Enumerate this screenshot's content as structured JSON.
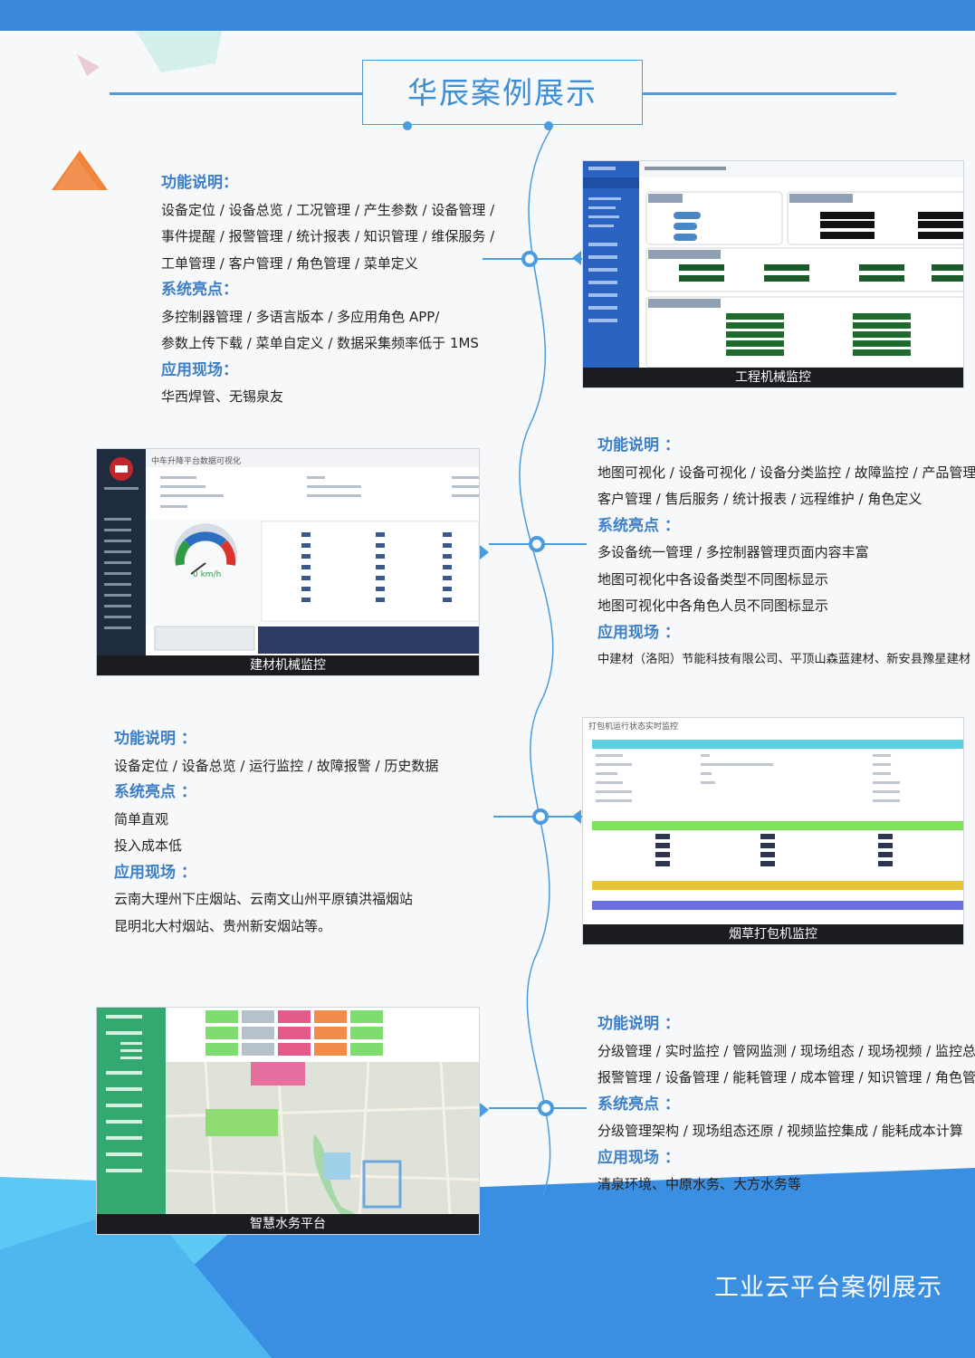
{
  "page": {
    "title": "华辰案例展示",
    "footer": "工业云平台案例展示"
  },
  "section1": {
    "func_h": "功能说明：",
    "func_lines": [
      "设备定位 / 设备总览 / 工况管理 / 产生参数 / 设备管理 /",
      "事件提醒 / 报警管理 / 统计报表 / 知识管理 / 维保服务 /",
      "工单管理 / 客户管理 / 角色管理 / 菜单定义"
    ],
    "high_h": "系统亮点：",
    "high_lines": [
      "多控制器管理 / 多语言版本 / 多应用角色 APP/",
      "参数上传下载 / 菜单自定义 / 数据采集频率低于 1MS"
    ],
    "app_h": "应用现场：",
    "app_lines": [
      "华西焊管、无锡泉友"
    ],
    "caption": "工程机械监控"
  },
  "section2": {
    "func_h": "功能说明 ：",
    "func_lines": [
      "地图可视化 / 设备可视化 / 设备分类监控 / 故障监控 / 产品管理",
      "客户管理 / 售后服务 / 统计报表 / 远程维护 / 角色定义"
    ],
    "high_h": "系统亮点 ：",
    "high_lines": [
      "多设备统一管理 / 多控制器管理页面内容丰富",
      "地图可视化中各设备类型不同图标显示",
      "地图可视化中各角色人员不同图标显示"
    ],
    "app_h": "应用现场 ：",
    "app_lines": [
      "中建材（洛阳）节能科技有限公司、平顶山森蓝建材、新安县豫星建材"
    ],
    "caption": "建材机械监控",
    "shot_title": "中车升降平台数据可视化",
    "gauge_value": "0 km/h"
  },
  "section3": {
    "func_h": "功能说明 ：",
    "func_lines": [
      "设备定位 / 设备总览 / 运行监控 / 故障报警 / 历史数据"
    ],
    "high_h": "系统亮点 ：",
    "high_lines": [
      "简单直观",
      "投入成本低"
    ],
    "app_h": "应用现场 ：",
    "app_lines": [
      "云南大理州下庄烟站、云南文山州平原镇洪福烟站",
      "昆明北大村烟站、贵州新安烟站等。"
    ],
    "caption": "烟草打包机监控",
    "shot_title": "打包机运行状态实时监控"
  },
  "section4": {
    "func_h": "功能说明 ：",
    "func_lines": [
      "分级管理 / 实时监控 / 管网监测 / 现场组态 / 现场视频 / 监控总览",
      "报警管理 / 设备管理 / 能耗管理 / 成本管理 / 知识管理 / 角色管理"
    ],
    "high_h": "系统亮点 ：",
    "high_lines": [
      "分级管理架构 / 现场组态还原 / 视频监控集成 / 能耗成本计算"
    ],
    "app_h": "应用现场 ：",
    "app_lines": [
      "清泉环境、中原水务、大方水务等"
    ],
    "caption": "智慧水务平台"
  },
  "colors": {
    "accent": "#4a9be0",
    "heading": "#3d7fc7",
    "topbar": "#3b86d8",
    "footer_blue": "#3a8fe3",
    "footer_cyan": "#5cc9f5",
    "orange": "#f0843a"
  }
}
